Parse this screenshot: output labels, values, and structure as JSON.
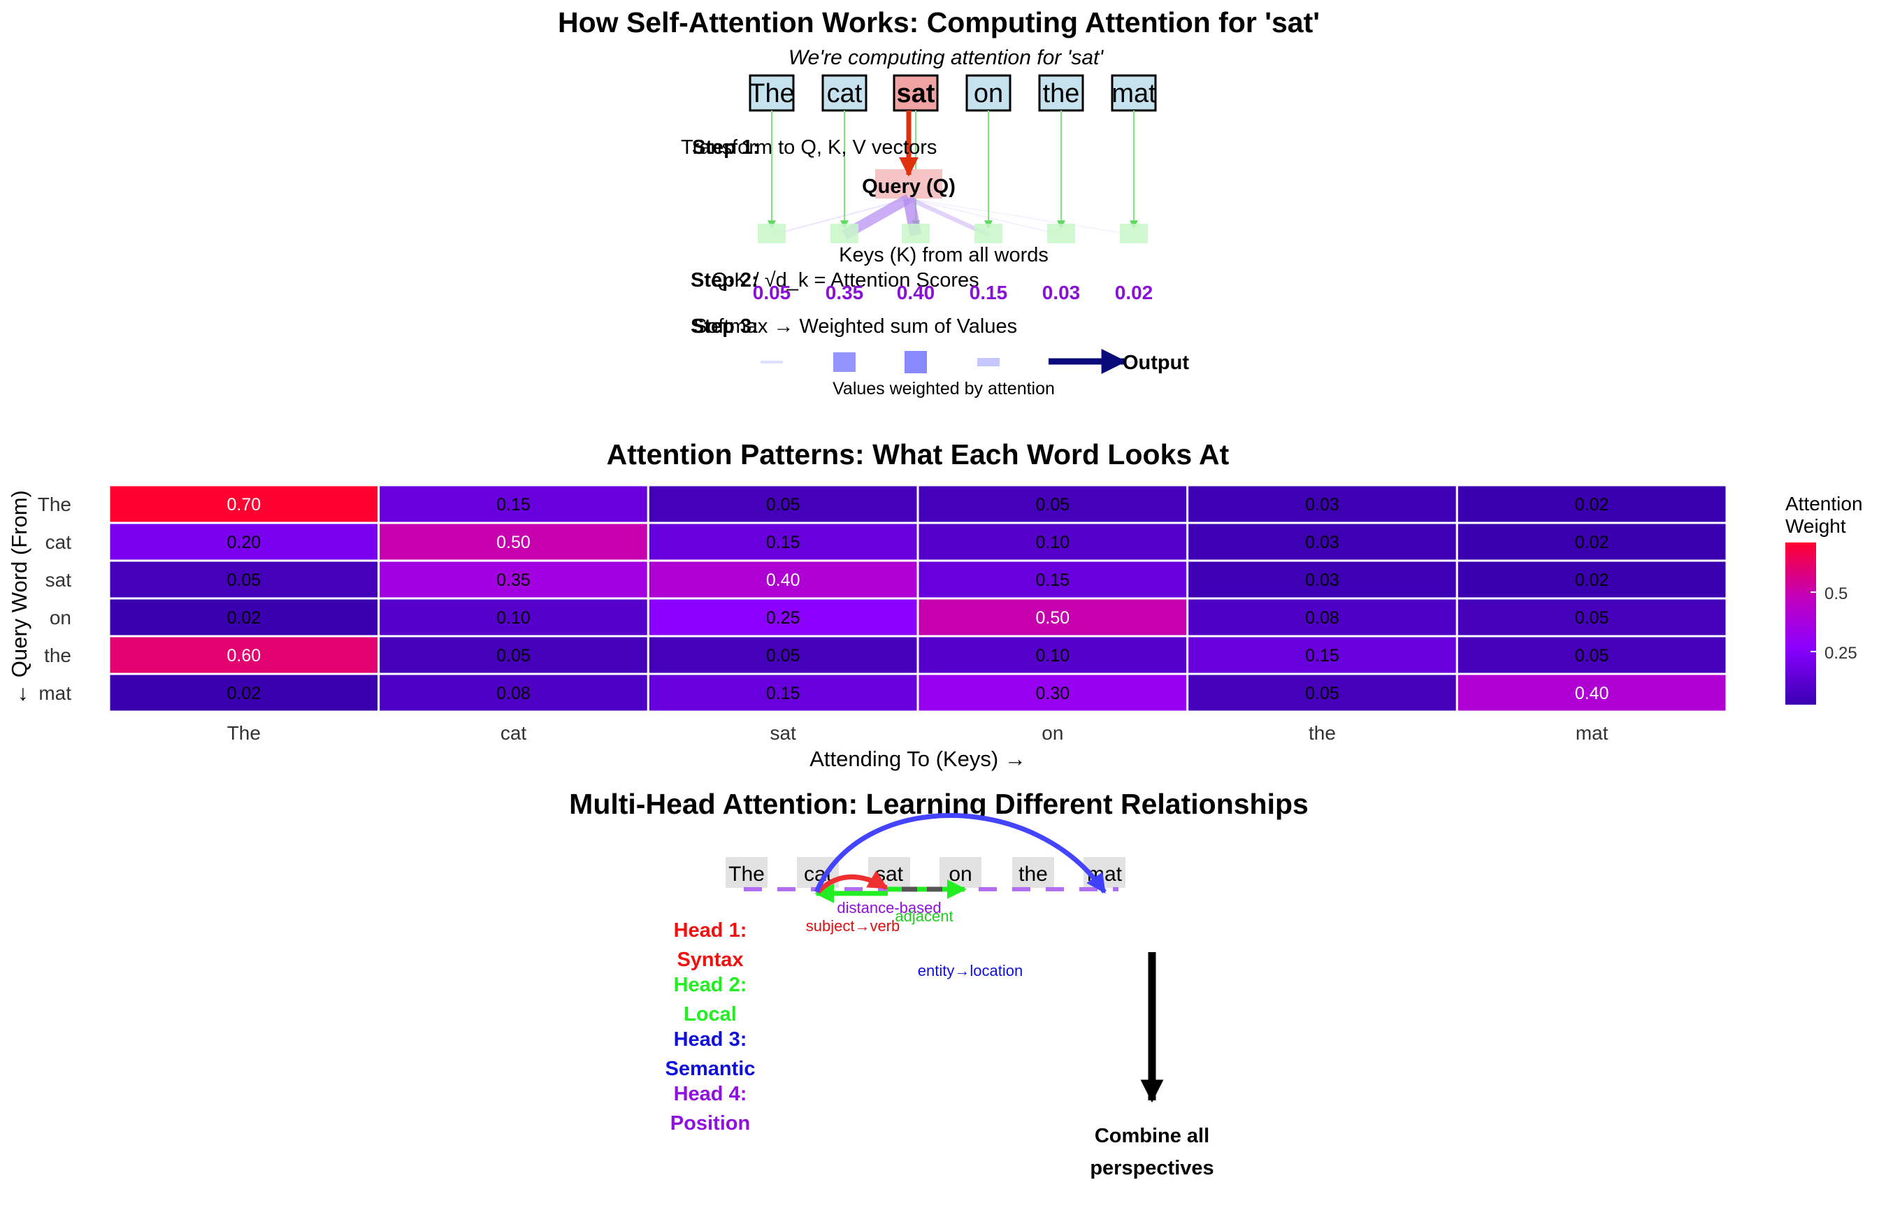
{
  "panel1": {
    "title": "How Self-Attention Works: Computing Attention for 'sat'",
    "subtitle": "We're computing attention for 'sat'",
    "tokens": [
      "The",
      "cat",
      "sat",
      "on",
      "the",
      "mat"
    ],
    "query_index": 2,
    "step1_label": "Step 1:",
    "step1_text": "Transform to Q, K, V vectors",
    "query_label": "Query (Q)",
    "keys_label": "Keys (K) from all words",
    "step2_label": "Step 2:",
    "step2_text": "Q·K / √d_k = Attention Scores",
    "scores": [
      0.05,
      0.35,
      0.4,
      0.15,
      0.03,
      0.02
    ],
    "score_labels": [
      "0.05",
      "0.35",
      "0.40",
      "0.15",
      "0.03",
      "0.02"
    ],
    "step3_label": "Step 3:",
    "step3_text": "Softmax → Weighted sum of Values",
    "values_label": "Values weighted by attention",
    "output_label": "Output",
    "colors": {
      "token_box": "#c6e2ee",
      "query_box": "#f0a3a3",
      "arrow_green": "#7ee87e",
      "arrow_red": "#e0310f",
      "purple": "#8a10d6",
      "value_blue": "#7b7bff",
      "output_navy": "#0a0a7a"
    }
  },
  "heatmap": {
    "title": "Attention Patterns: What Each Word Looks At",
    "rows": [
      "The",
      "cat",
      "sat",
      "on",
      "the",
      "mat"
    ],
    "cols": [
      "The",
      "cat",
      "sat",
      "on",
      "the",
      "mat"
    ],
    "xlabel": "Attending To (Keys) →",
    "ylabel": "← Query Word (From)",
    "legend_title_line1": "Attention",
    "legend_title_line2": "Weight",
    "legend_ticks": [
      "0.5",
      "0.25"
    ]
  },
  "chart_data": {
    "type": "heatmap",
    "title": "Attention Patterns: What Each Word Looks At",
    "x": [
      "The",
      "cat",
      "sat",
      "on",
      "the",
      "mat"
    ],
    "y": [
      "The",
      "cat",
      "sat",
      "on",
      "the",
      "mat"
    ],
    "xlabel": "Attending To (Keys) →",
    "ylabel": "← Query Word (From)",
    "values": [
      [
        0.7,
        0.15,
        0.05,
        0.05,
        0.03,
        0.02
      ],
      [
        0.2,
        0.5,
        0.15,
        0.1,
        0.03,
        0.02
      ],
      [
        0.05,
        0.35,
        0.4,
        0.15,
        0.03,
        0.02
      ],
      [
        0.02,
        0.1,
        0.25,
        0.5,
        0.08,
        0.05
      ],
      [
        0.6,
        0.05,
        0.05,
        0.1,
        0.15,
        0.05
      ],
      [
        0.02,
        0.08,
        0.15,
        0.3,
        0.05,
        0.4
      ]
    ],
    "value_labels": [
      [
        "0.70",
        "0.15",
        "0.05",
        "0.05",
        "0.03",
        "0.02"
      ],
      [
        "0.20",
        "0.50",
        "0.15",
        "0.10",
        "0.03",
        "0.02"
      ],
      [
        "0.05",
        "0.35",
        "0.40",
        "0.15",
        "0.03",
        "0.02"
      ],
      [
        "0.02",
        "0.10",
        "0.25",
        "0.50",
        "0.08",
        "0.05"
      ],
      [
        "0.60",
        "0.05",
        "0.05",
        "0.10",
        "0.15",
        "0.05"
      ],
      [
        "0.02",
        "0.08",
        "0.15",
        "0.30",
        "0.05",
        "0.40"
      ]
    ],
    "colorscale": [
      "#3a00b0",
      "#8a00ff",
      "#c000c0",
      "#ff0030"
    ],
    "legend_title": "Attention Weight"
  },
  "panel3": {
    "title": "Multi-Head Attention: Learning Different Relationships",
    "tokens": [
      "The",
      "cat",
      "sat",
      "on",
      "the",
      "mat"
    ],
    "heads": [
      {
        "name": "Head 1:",
        "role": "Syntax",
        "color": "#f01010"
      },
      {
        "name": "Head 2:",
        "role": "Local",
        "color": "#22ee22"
      },
      {
        "name": "Head 3:",
        "role": "Semantic",
        "color": "#1010dd"
      },
      {
        "name": "Head 4:",
        "role": "Position",
        "color": "#9010e0"
      }
    ],
    "relation_labels": {
      "syntax": "subject→verb",
      "local": "adjacent",
      "semantic": "entity→location",
      "position": "distance-based"
    },
    "combine_line1": "Combine all",
    "combine_line2": "perspectives"
  }
}
